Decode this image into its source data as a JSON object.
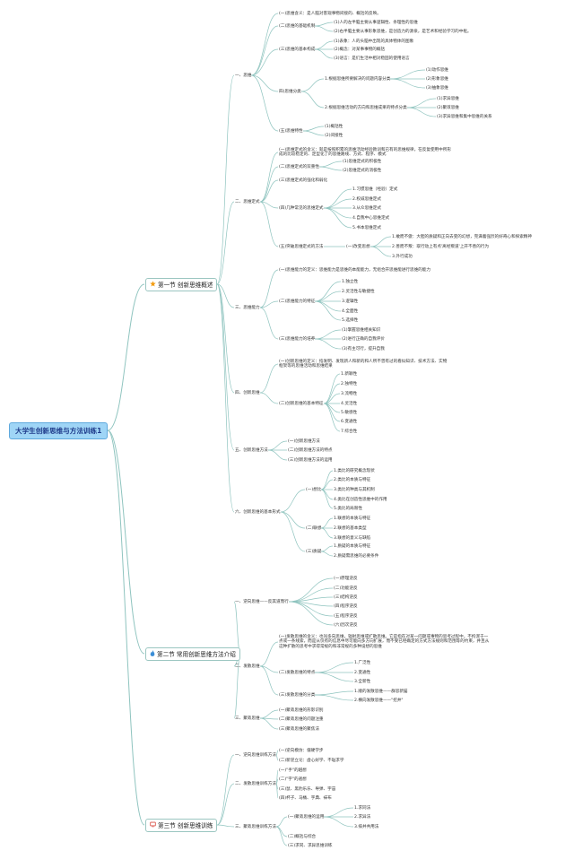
{
  "colors": {
    "line": "#8fc4bf",
    "root_bg": "#9fd5f6",
    "root_text": "#1e3a8a",
    "star": "#f39c12",
    "flame": "#3b8ed6",
    "computer": "#d94f45"
  },
  "root": "大学生创新思维与方法训练1",
  "sections": [
    {
      "id": "s1",
      "title": "第一节 创新思维概述",
      "icon": "star-icon"
    },
    {
      "id": "s2",
      "title": "第二节 常用创新思维方法介绍",
      "icon": "flame-icon"
    },
    {
      "id": "s3",
      "title": "第三节 创新思维训练",
      "icon": "computer-icon"
    }
  ],
  "nodes": [
    {
      "id": "a",
      "text": "一、思维"
    },
    {
      "id": "a1",
      "text": "(一)思维含义：是人脑对客观事物间接的、概括的反映。"
    },
    {
      "id": "a2",
      "text": "(二)思维的基础机制"
    },
    {
      "id": "a2a",
      "text": "(1)人的左半脑主要从事逻辑性、条理性的思维"
    },
    {
      "id": "a2b",
      "text": "(2)右半脑主要从事形象思维，是创造力的源泉，是艺术和经验学习的中枢。"
    },
    {
      "id": "a3",
      "text": "(三)思维的基本构成"
    },
    {
      "id": "a3a",
      "text": "(1)表象：人的头脑中出现的具体物体的图象"
    },
    {
      "id": "a3b",
      "text": "(2)概念：对某事事物的概括"
    },
    {
      "id": "a3c",
      "text": "(3)语言：是们生活中相对稳固的使用语言"
    },
    {
      "id": "a4",
      "text": "四)思维分类"
    },
    {
      "id": "a4a",
      "text": "1.根据思维所要解决的问题内容分类"
    },
    {
      "id": "a4a1",
      "text": "(1)动作思维"
    },
    {
      "id": "a4a2",
      "text": "(2)形象思维"
    },
    {
      "id": "a4a3",
      "text": "(3)抽象思维"
    },
    {
      "id": "a4b",
      "text": "2.根据思维活动的方向和思维成果的特点分类"
    },
    {
      "id": "a4b1",
      "text": "(1)求异思维"
    },
    {
      "id": "a4b2",
      "text": "(2)聚敛思维"
    },
    {
      "id": "a4b3",
      "text": "(3)求异思维和集中思维的关系"
    },
    {
      "id": "a5",
      "text": "(五)思维特性"
    },
    {
      "id": "a5a",
      "text": "(1)概括性"
    },
    {
      "id": "a5b",
      "text": "(2)间接性"
    },
    {
      "id": "b",
      "text": "二、思维定式"
    },
    {
      "id": "b1",
      "text": "(一)思维定式的含义：就是按照积累的思维活动经验教训和已有的思维规律，在反复使用中所形成的比较稳定的、定型化了的思维路线、方式、程序、模式"
    },
    {
      "id": "b2",
      "text": "(二)思维定式的双重性"
    },
    {
      "id": "b2a",
      "text": "(1)思维定式的积极性"
    },
    {
      "id": "b2b",
      "text": "(2)思维定式的消极性"
    },
    {
      "id": "b3",
      "text": "(三)思维定式的强化和弱化"
    },
    {
      "id": "b4",
      "text": "(四)几种常见的思维定式"
    },
    {
      "id": "b4a",
      "text": "1.习惯思维（经验）定式"
    },
    {
      "id": "b4b",
      "text": "2.权威思维定式"
    },
    {
      "id": "b4c",
      "text": "3.从众思维定式"
    },
    {
      "id": "b4d",
      "text": "4.自我中心思维定式"
    },
    {
      "id": "b4e",
      "text": "5.书本思维定式"
    },
    {
      "id": "b5",
      "text": "(五)突破思维定式的方法"
    },
    {
      "id": "b5a",
      "text": "(一)改变思想"
    },
    {
      "id": "b5a1",
      "text": "1.敢而不傲：大胆的质疑和正向去变的幻想，完满着强烈的好奇心和探索精神"
    },
    {
      "id": "b5a2",
      "text": "2.善而不叛：取行动上有点'离经叛道'上开不善的行为"
    },
    {
      "id": "b5a3",
      "text": "3.外行成功"
    },
    {
      "id": "c",
      "text": "三、思维能力"
    },
    {
      "id": "c1",
      "text": "(一)思维能力的定义：思维能力是思维的本能能力，无组合开思维能进行思维的能力"
    },
    {
      "id": "c2",
      "text": "(二)思维能力的特征"
    },
    {
      "id": "c2a",
      "text": "1.独立性"
    },
    {
      "id": "c2b",
      "text": "2.灵活性与敏捷性"
    },
    {
      "id": "c2c",
      "text": "3.逻辑性"
    },
    {
      "id": "c2d",
      "text": "4.全面性"
    },
    {
      "id": "c2e",
      "text": "5.选择性"
    },
    {
      "id": "c3",
      "text": "(三)思维能力的培养"
    },
    {
      "id": "c3a",
      "text": "(1)掌握思维相关知识"
    },
    {
      "id": "c3b",
      "text": "(2)进行正确的自我评价"
    },
    {
      "id": "c3c",
      "text": "(3)有主可行，提升自我"
    },
    {
      "id": "d",
      "text": "四、创新思维"
    },
    {
      "id": "d1",
      "text": "(一)创新思维的定义：指发明、发现新人和新的和人所不曾有过的看似知识、技术方法、实物框架等的思维活动和思维结果"
    },
    {
      "id": "d2",
      "text": "(二)创新思维的基本特征"
    },
    {
      "id": "d2a",
      "text": "1.新颖性"
    },
    {
      "id": "d2b",
      "text": "2.独特性"
    },
    {
      "id": "d2c",
      "text": "3.流畅性"
    },
    {
      "id": "d2d",
      "text": "4.灵活性"
    },
    {
      "id": "d2e",
      "text": "5.敏感性"
    },
    {
      "id": "d2f",
      "text": "6.变通性"
    },
    {
      "id": "d2g",
      "text": "7.综合性"
    },
    {
      "id": "e",
      "text": "五、创新思维方法"
    },
    {
      "id": "e1",
      "text": "(一)创新思维方法"
    },
    {
      "id": "e2",
      "text": "(二)创新思维方法的特点"
    },
    {
      "id": "e3",
      "text": "(三)创新思维方法的运用"
    },
    {
      "id": "f",
      "text": "六、创新思维的基本形式"
    },
    {
      "id": "f1",
      "text": "(一)想比"
    },
    {
      "id": "f1a",
      "text": "1.类比的研究概念现状"
    },
    {
      "id": "f1b",
      "text": "2.类比的本质与特征"
    },
    {
      "id": "f1c",
      "text": "3.类比的种类与其机制"
    },
    {
      "id": "f1d",
      "text": "4.类比在创造性思维中的作用"
    },
    {
      "id": "f1e",
      "text": "5.类比的局限性"
    },
    {
      "id": "f2",
      "text": "(二)联想"
    },
    {
      "id": "f2a",
      "text": "1.联想的本质与特征"
    },
    {
      "id": "f2b",
      "text": "2.联想的基本类型"
    },
    {
      "id": "f2c",
      "text": "3.联想的意义与缺陷"
    },
    {
      "id": "f3",
      "text": "(三)质疑"
    },
    {
      "id": "f3a",
      "text": "1.质疑的本质与特征"
    },
    {
      "id": "f3b",
      "text": "2.质疑需思维的必要条件"
    },
    {
      "id": "g",
      "text": "一、逆向思维——反其道而行"
    },
    {
      "id": "g1",
      "text": "(一)原理逆反"
    },
    {
      "id": "g2",
      "text": "(二)功能逆反"
    },
    {
      "id": "g3",
      "text": "(三)结构逆反"
    },
    {
      "id": "g4",
      "text": "(四)程序逆反"
    },
    {
      "id": "g5",
      "text": "(五)程序逆反"
    },
    {
      "id": "g6",
      "text": "(六)因次逆反"
    },
    {
      "id": "h",
      "text": "二、发散思维"
    },
    {
      "id": "h1",
      "text": "(一)发散思维的含义：也叫多向思维，辐射思维或扩散思维。它是指在对某一问题或事物的思考过程中，不拘泥于一点或一条线索，而是从仅有的信息中尽可能向多方向扩展，而不受已经确定的方式方法规则和范围等的约束，并且从这种扩散的思考中求得常规的和非常规的多种设想的思维"
    },
    {
      "id": "h2",
      "text": "(二)发散思维的特点"
    },
    {
      "id": "h2a",
      "text": "1.广泛性"
    },
    {
      "id": "h2b",
      "text": "2.变通性"
    },
    {
      "id": "h2c",
      "text": "3.全新性"
    },
    {
      "id": "h3",
      "text": "(三)发散思维的分类"
    },
    {
      "id": "h3a",
      "text": "1.顺的发散思维——群思新猫"
    },
    {
      "id": "h3b",
      "text": "2.横向发散思维——\"挖井\""
    },
    {
      "id": "i",
      "text": "三、聚敛思维"
    },
    {
      "id": "i1",
      "text": "(一)聚敛思维的形影识别"
    },
    {
      "id": "i2",
      "text": "(二)聚敛思维的问题注重"
    },
    {
      "id": "i3",
      "text": "(三)聚敛思维的聚焦法"
    },
    {
      "id": "j",
      "text": "一、逆向思维训练方法"
    },
    {
      "id": "j1",
      "text": "(一)逆向模仿：僵硬学步"
    },
    {
      "id": "j2",
      "text": "(二)新逆立论：虚心好学、不耻求学"
    },
    {
      "id": "k",
      "text": "二、发散思维训练方法"
    },
    {
      "id": "k1",
      "text": "(一)\"手\"的越想"
    },
    {
      "id": "k2",
      "text": "(二)\"字\"的遐想"
    },
    {
      "id": "k3",
      "text": "(三)鼠、黑豹乐乐、导弹、宇宙"
    },
    {
      "id": "k4",
      "text": "(四)杯子、马桶、字典、袜布"
    },
    {
      "id": "l",
      "text": "三、聚敛思维训练方法"
    },
    {
      "id": "l1",
      "text": "(一)聚敛思维的运用"
    },
    {
      "id": "l1a",
      "text": "1.求同法"
    },
    {
      "id": "l1b",
      "text": "2.求异法"
    },
    {
      "id": "l1c",
      "text": "3.排并共用法"
    },
    {
      "id": "l2",
      "text": "(二)概括与综合"
    },
    {
      "id": "l3",
      "text": "(三)求同、求异思维训练"
    }
  ]
}
